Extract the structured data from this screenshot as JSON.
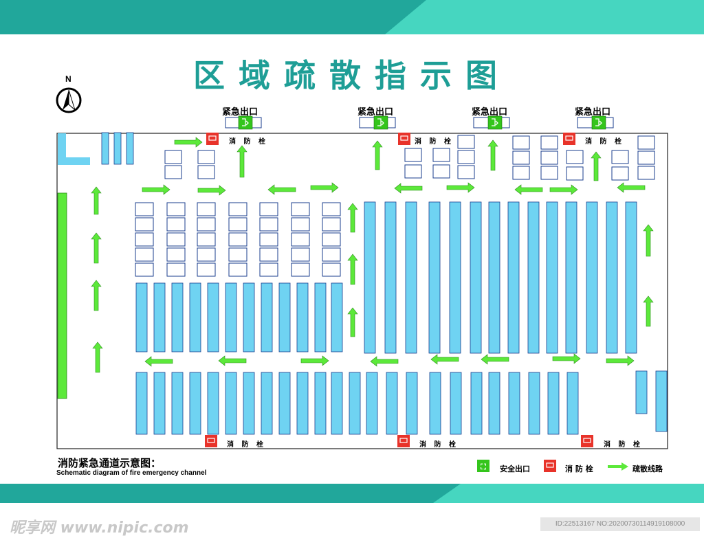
{
  "title": "区域疏散指示图",
  "north": "N",
  "exits": [
    {
      "label": "紧急出口"
    },
    {
      "label": "紧急出口"
    },
    {
      "label": "紧急出口"
    },
    {
      "label": "紧急出口"
    }
  ],
  "hydrants": [
    {
      "label": "消 防 栓"
    },
    {
      "label": "消 防 栓"
    },
    {
      "label": "消 防 栓"
    },
    {
      "label": "消 防 栓"
    },
    {
      "label": "消 防 栓"
    },
    {
      "label": "消 防 栓"
    }
  ],
  "caption": {
    "cn": "消防紧急通道示意图：",
    "en": "Schematic diagram of fire emergency channel"
  },
  "legend": {
    "exit": "安全出口",
    "hydrant": "消 防 栓",
    "route": "疏散线路"
  },
  "colors": {
    "teal": "#1e9e96",
    "shelf": "#6fd3f2",
    "arrow": "#5ce93a",
    "hydrant": "#e8332a",
    "exit_sign": "#34c51c"
  },
  "watermark": {
    "brand": "昵享网 www.nipic.com",
    "id": "ID:22513167 NO:20200730114919108000"
  }
}
